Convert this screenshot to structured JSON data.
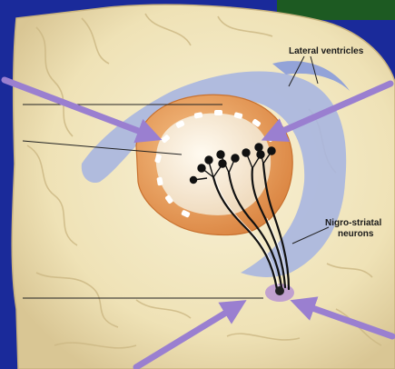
{
  "labels": {
    "lateral_ventricles": "Lateral ventricles",
    "nigro_striatal_line1": "Nigro-striatal",
    "nigro_striatal_line2": "neurons"
  },
  "colors": {
    "background": "#1a2a9a",
    "arrow": "#9a7fd0",
    "brain": "#f2e9c4",
    "ventricle": "#a9b6e0",
    "striatum": "#e49a55",
    "neuron": "#111111",
    "green_corner": "#1d5a22"
  }
}
